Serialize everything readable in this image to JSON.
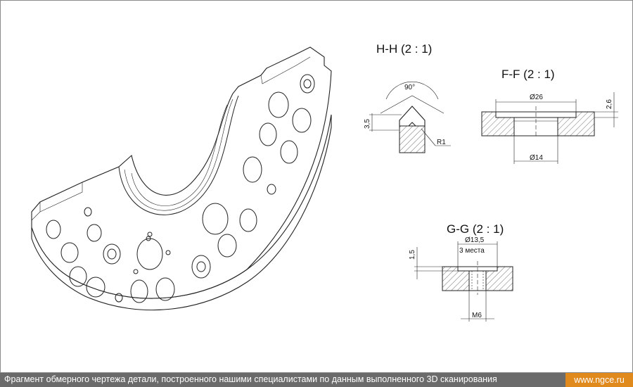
{
  "sections": {
    "hh": {
      "title": "H-H (2 : 1)",
      "angle": "90°",
      "height": "3,5",
      "radius": "R1"
    },
    "ff": {
      "title": "F-F (2 : 1)",
      "diameter_top": "Ø26",
      "diameter_bottom": "Ø14",
      "depth": "2,6"
    },
    "gg": {
      "title": "G-G (2 : 1)",
      "diameter": "Ø13,5",
      "count": "3 места",
      "depth": "1,5",
      "thread": "M6"
    }
  },
  "caption": {
    "text": "Фрагмент обмерного чертежа детали, построенного нашими специалистами по данным выполненного 3D сканирования",
    "site": "www.ngce.ru"
  },
  "colors": {
    "caption_bg": "#6b6b6b",
    "site_bg": "#e08a1e",
    "line": "#222222"
  }
}
